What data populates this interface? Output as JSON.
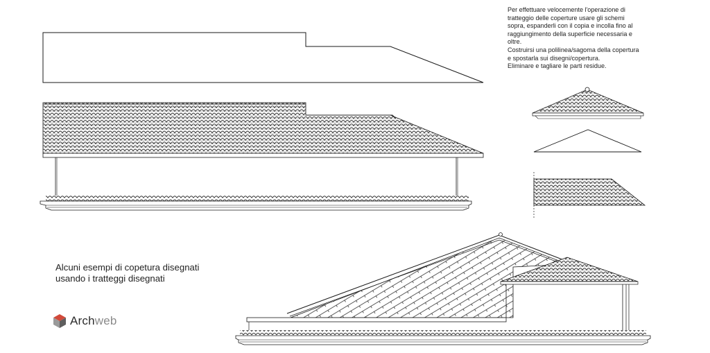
{
  "instructions": {
    "lines": [
      "Per effettuare velocemente l'operazione di",
      "tratteggio delle coperture usare gli schemi",
      "sopra, espanderli con il copia e incolla fino al",
      "raggiungimento della superficie necessaria e",
      "oltre.",
      "Costruirsi una polilinea/sagoma della copertura",
      "e spostarla sui disegni/copertura.",
      "Eliminare e tagliare le parti residue."
    ]
  },
  "caption": {
    "line1": "Alcuni esempi di copetura disegnati",
    "line2": "usando i tratteggi disegnati"
  },
  "logo": {
    "part1": "Arch",
    "part2": "web",
    "icon": "cube-logo-icon",
    "colors": {
      "cube_top": "#d24a3a",
      "cube_left": "#9a9a9a",
      "cube_right": "#5e5e5e"
    }
  },
  "drawing": {
    "line_color": "#1a1a1a",
    "tile_color": "#2a2a2a"
  }
}
